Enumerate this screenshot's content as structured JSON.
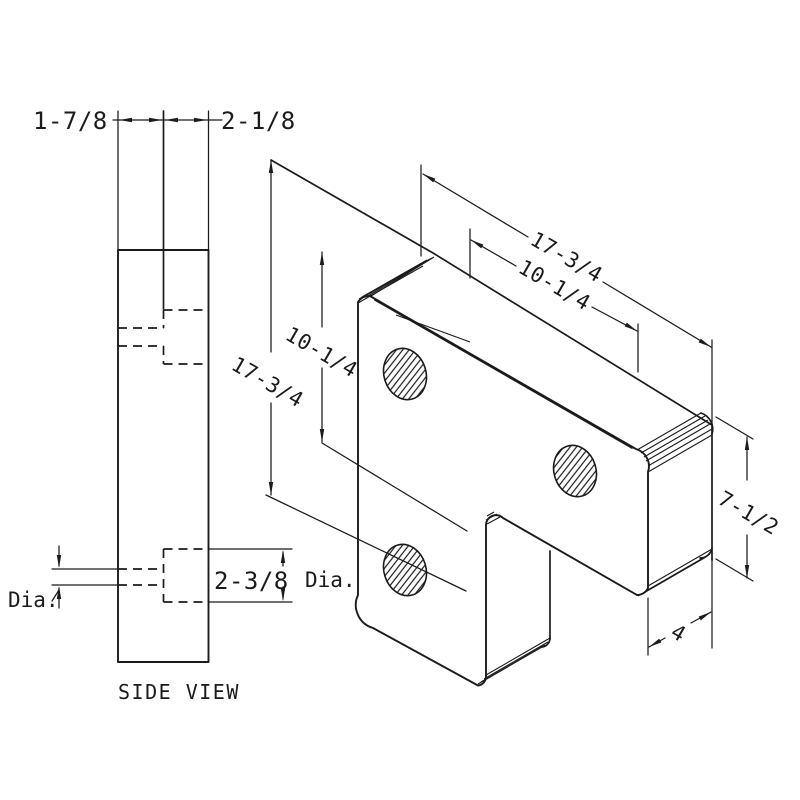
{
  "colors": {
    "line": "#1b1b1b",
    "background": "#ffffff"
  },
  "side_view": {
    "caption": "SIDE VIEW",
    "dim_thickness_left": "1-7/8",
    "dim_thickness_right": "2-1/8",
    "dim_hole_diameter": "2-3/8",
    "dia_suffix": "Dia.",
    "dia_callout": "Dia."
  },
  "iso_view": {
    "dim_overall_width": "17-3/4",
    "dim_slot_length": "10-1/4",
    "dim_overall_height": "17-3/4",
    "dim_partial_height": "10-1/4",
    "dim_arm_height": "7-1/2",
    "dim_thickness": "4"
  }
}
